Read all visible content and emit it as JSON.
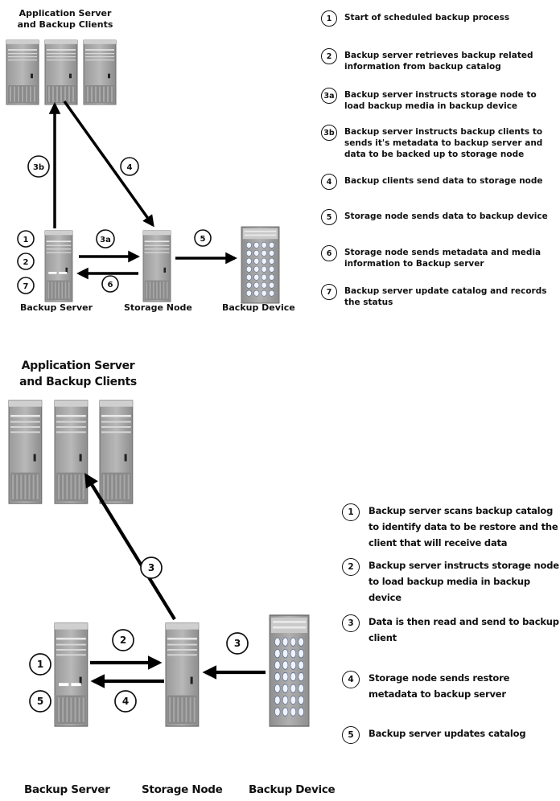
{
  "backup": {
    "clients_title": "Application Server\nand Backup Clients",
    "backup_server_label": "Backup Server",
    "storage_node_label": "Storage Node",
    "backup_device_label": "Backup Device",
    "diagram_markers": {
      "left_1": "1",
      "left_2": "2",
      "left_7": "7",
      "edge_3b": "3b",
      "edge_4": "4",
      "edge_3a": "3a",
      "edge_6": "6",
      "edge_5": "5"
    },
    "steps": [
      {
        "num": "1",
        "text": "Start of scheduled  backup process"
      },
      {
        "num": "2",
        "text": "Backup server retrieves backup related information from backup catalog"
      },
      {
        "num": "3a",
        "text": "Backup server instructs storage node to load backup media in backup device"
      },
      {
        "num": "3b",
        "text": "Backup server instructs backup  clients to sends it's metadata to backup server and data to be backed up to storage node"
      },
      {
        "num": "4",
        "text": "Backup clients send data to storage node"
      },
      {
        "num": "5",
        "text": "Storage node sends data to backup device"
      },
      {
        "num": "6",
        "text": "Storage node sends metadata and media information to Backup server"
      },
      {
        "num": "7",
        "text": "Backup server update catalog and records the status"
      }
    ]
  },
  "restore": {
    "clients_title": "Application Server\nand Backup Clients",
    "backup_server_label": "Backup Server",
    "storage_node_label": "Storage Node",
    "backup_device_label": "Backup Device",
    "diagram_markers": {
      "left_1": "1",
      "left_5": "5",
      "edge_3_up": "3",
      "edge_2": "2",
      "edge_4": "4",
      "edge_3_right": "3"
    },
    "steps": [
      {
        "num": "1",
        "text": "Backup server scans backup catalog to identify data to be  restore and the client that will receive data"
      },
      {
        "num": "2",
        "text": "Backup server instructs storage node to load backup media in backup device"
      },
      {
        "num": "3",
        "text": "Data is then read and send to backup client"
      },
      {
        "num": "4",
        "text": "Storage node sends restore metadata to backup server"
      },
      {
        "num": "5",
        "text": "Backup server updates catalog"
      }
    ]
  }
}
